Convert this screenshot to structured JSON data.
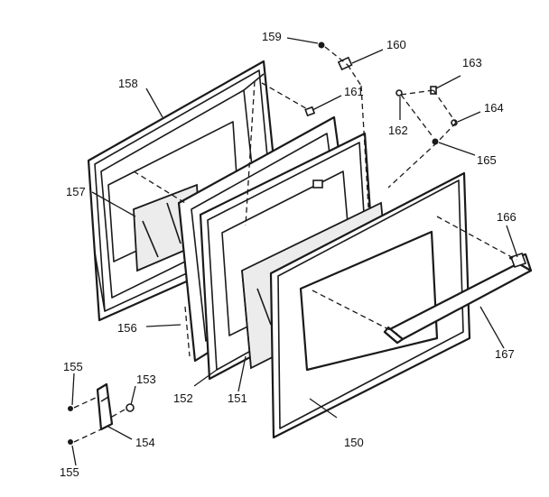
{
  "figure": {
    "callouts": [
      {
        "id": "150",
        "label": "150"
      },
      {
        "id": "151",
        "label": "151"
      },
      {
        "id": "152",
        "label": "152"
      },
      {
        "id": "153",
        "label": "153"
      },
      {
        "id": "154",
        "label": "154"
      },
      {
        "id": "155a",
        "label": "155"
      },
      {
        "id": "155b",
        "label": "155"
      },
      {
        "id": "156",
        "label": "156"
      },
      {
        "id": "157",
        "label": "157"
      },
      {
        "id": "158",
        "label": "158"
      },
      {
        "id": "159",
        "label": "159"
      },
      {
        "id": "160",
        "label": "160"
      },
      {
        "id": "161",
        "label": "161"
      },
      {
        "id": "162",
        "label": "162"
      },
      {
        "id": "163",
        "label": "163"
      },
      {
        "id": "164",
        "label": "164"
      },
      {
        "id": "165",
        "label": "165"
      },
      {
        "id": "166",
        "label": "166"
      },
      {
        "id": "167",
        "label": "167"
      }
    ]
  }
}
